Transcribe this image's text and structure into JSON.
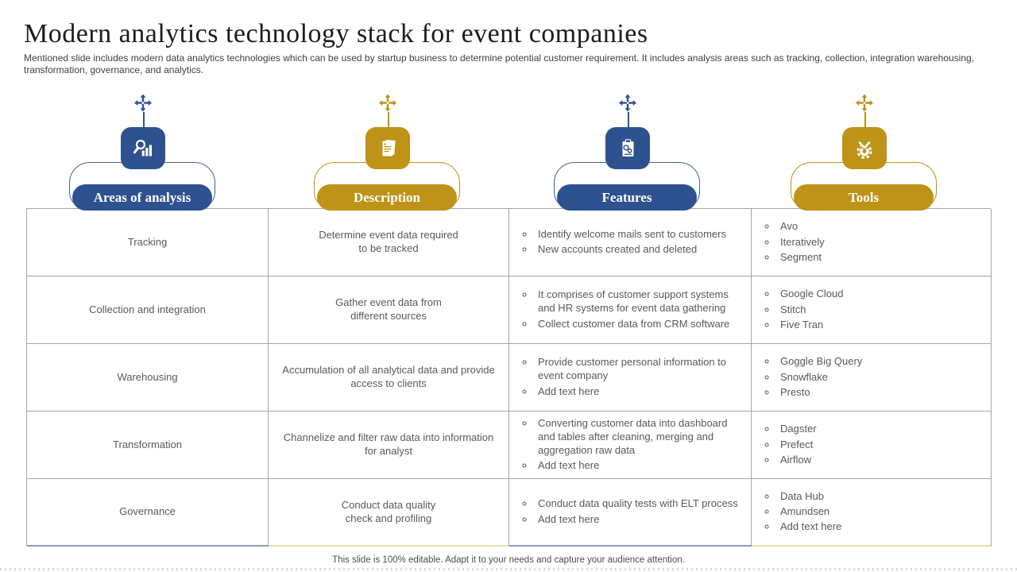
{
  "slide": {
    "title": "Modern analytics technology stack for event companies",
    "subtitle": "Mentioned slide includes modern data analytics technologies which can be used by startup business to determine potential customer requirement. It includes analysis areas such as tracking, collection, integration warehousing, transformation, governance, and analytics.",
    "footer": "This slide is 100% editable. Adapt it to your needs and capture your audience attention."
  },
  "colors": {
    "blue": "#2E5290",
    "gold": "#BE9318",
    "table_border": "#A6A6A6",
    "bottom_accent_blue": "#8A9CBA",
    "bottom_accent_gold": "#E8E0AC",
    "cell_text": "#595959"
  },
  "columns": [
    {
      "label": "Areas of analysis",
      "theme": "blue",
      "icon": "magnifier-chart-icon"
    },
    {
      "label": "Description",
      "theme": "gold",
      "icon": "document-icon"
    },
    {
      "label": "Features",
      "theme": "blue",
      "icon": "clipboard-gears-icon"
    },
    {
      "label": "Tools",
      "theme": "gold",
      "icon": "gear-tools-icon"
    }
  ],
  "rows": [
    {
      "area": "Tracking",
      "description": [
        "Determine event data required",
        "to be tracked"
      ],
      "features": [
        "Identify welcome mails sent to customers",
        "New accounts created and deleted"
      ],
      "tools": [
        "Avo",
        "Iteratively",
        "Segment"
      ]
    },
    {
      "area": "Collection and integration",
      "description": [
        "Gather event data from",
        "different sources"
      ],
      "features": [
        "It comprises of customer support systems and HR systems for event data gathering",
        "Collect customer data from CRM software"
      ],
      "tools": [
        "Google Cloud",
        "Stitch",
        "Five Tran"
      ]
    },
    {
      "area": "Warehousing",
      "description": [
        "Accumulation of all analytical data and provide",
        "access to clients"
      ],
      "features": [
        "Provide customer personal information to event company",
        "Add text here"
      ],
      "tools": [
        "Goggle Big Query",
        "Snowflake",
        "Presto"
      ]
    },
    {
      "area": "Transformation",
      "description": [
        "Channelize and filter raw data into information",
        "for analyst"
      ],
      "features": [
        "Converting customer data into dashboard and tables after cleaning, merging and aggregation raw data",
        "Add text here"
      ],
      "tools": [
        "Dagster",
        "Prefect",
        "Airflow"
      ]
    },
    {
      "area": "Governance",
      "description": [
        "Conduct data quality",
        "check and profiling"
      ],
      "features": [
        "Conduct data quality tests with ELT process",
        "Add text here"
      ],
      "tools": [
        "Data Hub",
        "Amundsen",
        "Add text here"
      ]
    }
  ]
}
